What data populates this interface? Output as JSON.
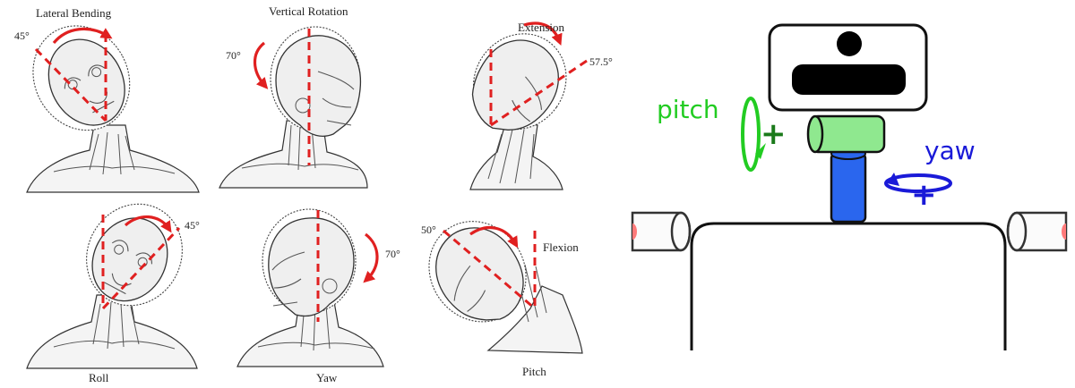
{
  "panels": [
    {
      "label": "Lateral Bending",
      "angle": "45°"
    },
    {
      "label": "Vertical Rotation",
      "angle": "70°"
    },
    {
      "label": "Extension",
      "angle": "57.5°"
    },
    {
      "label": "Roll",
      "angle": "45°"
    },
    {
      "label": "Yaw",
      "angle": "70°"
    },
    {
      "label": "Pitch",
      "angle": "50°",
      "extra": "Flexion"
    }
  ],
  "robot": {
    "pitch_label": "pitch",
    "yaw_label": "yaw",
    "plus": "+",
    "colors": {
      "pitch": "#22cc22",
      "pitch_plus": "#1a7a1a",
      "yaw": "#1a1ad8",
      "joint_green": "#8fe88f",
      "joint_blue": "#2a66ee",
      "arm_stub": "#ff7a7a"
    }
  }
}
